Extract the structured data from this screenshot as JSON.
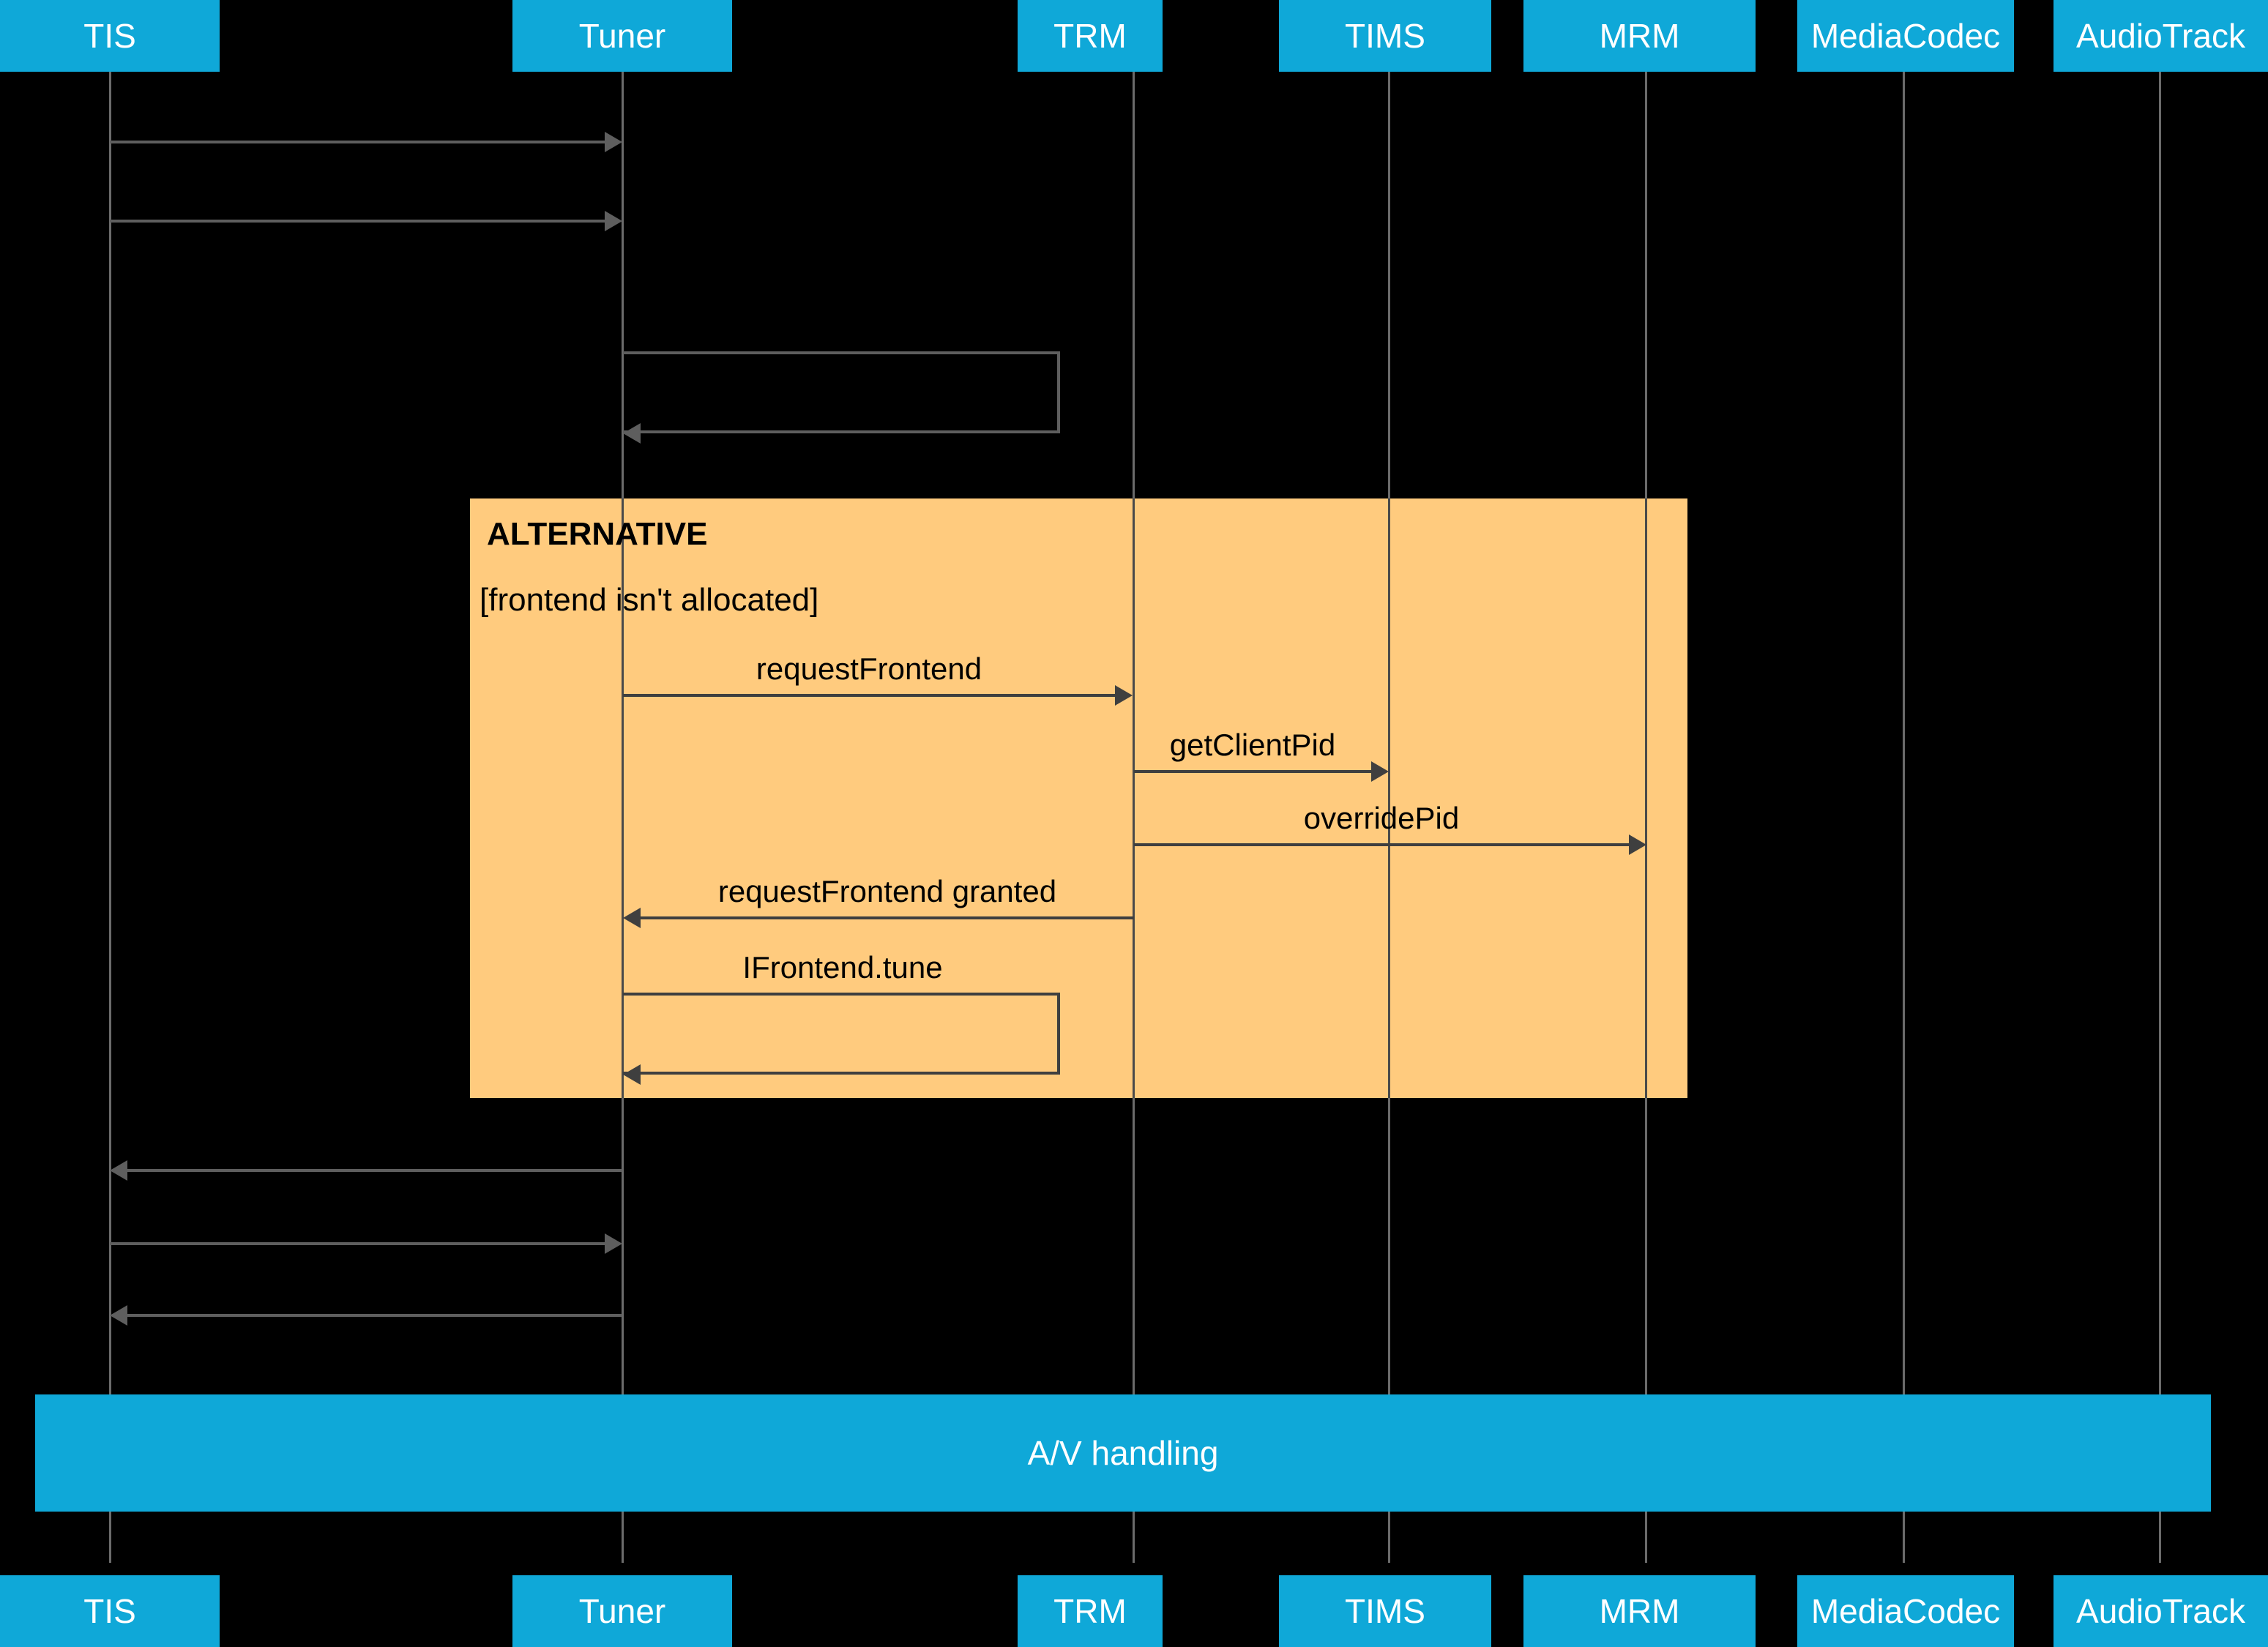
{
  "diagram": {
    "type": "uml-sequence-diagram",
    "background_color": "#000000",
    "participant_color": "#0FA8D8",
    "fragment_color": "#FFCB7E",
    "line_color": "#3f3f3f"
  },
  "participants": [
    {
      "name": "TIS",
      "label": "TIS"
    },
    {
      "name": "Tuner",
      "label": "Tuner"
    },
    {
      "name": "TRM",
      "label": "TRM"
    },
    {
      "name": "TIMS",
      "label": "TIMS"
    },
    {
      "name": "MRM",
      "label": "MRM"
    },
    {
      "name": "MediaCodec",
      "label": "MediaCodec"
    },
    {
      "name": "AudioTrack",
      "label": "AudioTrack"
    }
  ],
  "fragment": {
    "kind": "ALTERNATIVE",
    "title": "ALTERNATIVE",
    "guard": "[frontend isn't allocated]"
  },
  "messages": [
    {
      "id": "m1",
      "label": "",
      "from": "TIS",
      "to": "Tuner",
      "direction": "right"
    },
    {
      "id": "m2",
      "label": "",
      "from": "TIS",
      "to": "Tuner",
      "direction": "right"
    },
    {
      "id": "m3",
      "label": "",
      "from": "Tuner",
      "to": "Tuner",
      "direction": "self"
    },
    {
      "id": "m4",
      "label": "requestFrontend",
      "from": "Tuner",
      "to": "TRM",
      "direction": "right"
    },
    {
      "id": "m5",
      "label": "getClientPid",
      "from": "TRM",
      "to": "TIMS",
      "direction": "right"
    },
    {
      "id": "m6",
      "label": "overridePid",
      "from": "TRM",
      "to": "MRM",
      "direction": "right"
    },
    {
      "id": "m7",
      "label": "requestFrontend granted",
      "from": "TRM",
      "to": "Tuner",
      "direction": "left"
    },
    {
      "id": "m8",
      "label": "IFrontend.tune",
      "from": "Tuner",
      "to": "Tuner",
      "direction": "self"
    },
    {
      "id": "m9",
      "label": "",
      "from": "Tuner",
      "to": "TIS",
      "direction": "left"
    },
    {
      "id": "m10",
      "label": "",
      "from": "TIS",
      "to": "Tuner",
      "direction": "right"
    },
    {
      "id": "m11",
      "label": "",
      "from": "Tuner",
      "to": "TIS",
      "direction": "left"
    }
  ],
  "band": {
    "label": "A/V handling"
  }
}
